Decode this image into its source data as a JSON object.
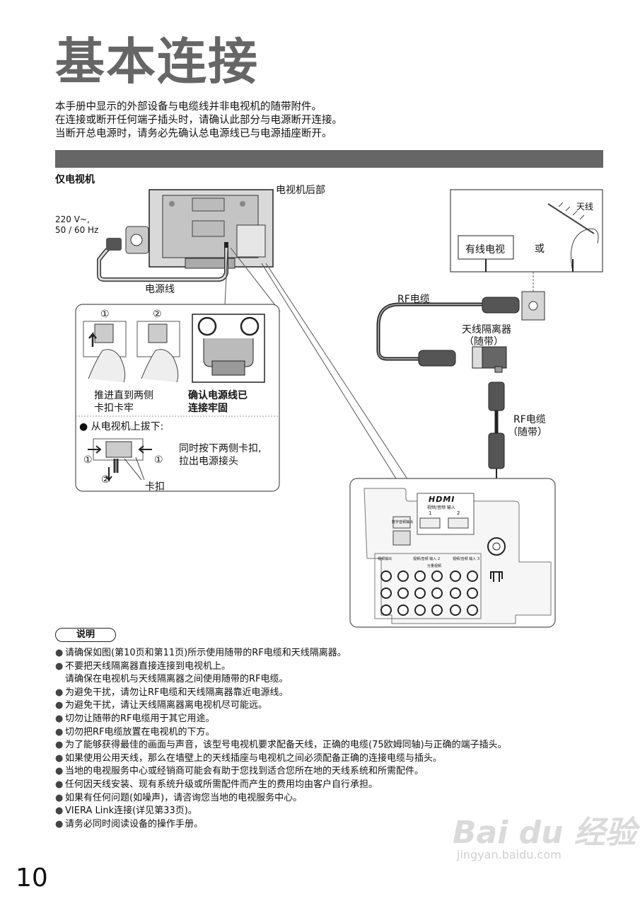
{
  "page": {
    "title": "基本连接",
    "intro_lines": [
      "本手册中显示的外部设备与电缆线并非电视机的随带附件。",
      "在连接或断开任何端子插头时，请确认此部分与电源断开连接。",
      "当断开总电源时，请务必先确认总电源线已与电源插座断开。"
    ],
    "page_number": "10"
  },
  "diagram": {
    "section_label": "仅电视机",
    "tv_rear_label": "电视机后部",
    "voltage_line1": "220 V~,",
    "voltage_line2": "50 / 60 Hz",
    "power_cord_label": "电源线",
    "step1_num": "①",
    "step2_num": "②",
    "push_line1": "推进直到两侧",
    "push_line2": "卡扣卡牢",
    "confirm_line1": "确认电源线已",
    "confirm_line2": "连接牢固",
    "unplug_title": "● 从电视机上拔下:",
    "unplug_line1": "同时按下两侧卡扣,",
    "unplug_line2": "拉出电源接头",
    "clip_label": "卡扣",
    "antenna_label": "天线",
    "cable_tv_label": "有线电视",
    "or_label": "或",
    "rf_cable_label": "RF电缆",
    "isolator_line1": "天线隔离器",
    "isolator_line2": "（随带）",
    "rf_cable2_line1": "RF电缆",
    "rf_cable2_line2": "（随带）",
    "hdmi_logo": "HDMI",
    "hdmi_sub": "视频/音频 输入",
    "hdmi_port1": "1",
    "hdmi_port2": "2",
    "digital_audio_label": "数字音频输出",
    "video_out_label": "视频输出",
    "av_in2_label": "视频/音频 输入 2",
    "av_in3_label": "视频/音频 输入 3",
    "component_label": "分量视频"
  },
  "notes": {
    "heading": "说明",
    "items": [
      {
        "bullet": "●",
        "text": "请确保如图(第10页和第11页)所示使用随带的RF电缆和天线隔离器。"
      },
      {
        "bullet": "●",
        "text": "不要把天线隔离器直接连接到电视机上。"
      },
      {
        "bullet": "",
        "text": "请确保在电视机与天线隔离器之间使用随带的RF电缆。"
      },
      {
        "bullet": "●",
        "text": "为避免干扰，请勿让RF电缆和天线隔离器靠近电源线。"
      },
      {
        "bullet": "●",
        "text": "为避免干扰，请让天线隔离器离电视机尽可能远。"
      },
      {
        "bullet": "●",
        "text": "切勿让随带的RF电缆用于其它用途。"
      },
      {
        "bullet": "●",
        "text": "切勿把RF电缆放置在电视机的下方。"
      },
      {
        "bullet": "●",
        "text": "为了能够获得最佳的画面与声音，该型号电视机要求配备天线，正确的电缆(75欧姆同轴)与正确的端子插头。"
      },
      {
        "bullet": "●",
        "text": "如果使用公用天线，那么在墙壁上的天线插座与电视机之间必须配备正确的连接电缆与插头。"
      },
      {
        "bullet": "●",
        "text": "当地的电视服务中心或经销商可能会有助于您找到适合您所在地的天线系统和所需配件。"
      },
      {
        "bullet": "●",
        "text": "任何因天线安装、现有系统升级或所需配件而产生的费用均由客户自行承担。"
      },
      {
        "bullet": "●",
        "text": "如果有任何问题(如噪声)，请咨询您当地的电视服务中心。"
      },
      {
        "bullet": "●",
        "text": "VIERA Link连接(详见第33页)。"
      },
      {
        "bullet": "●",
        "text": "请务必同时阅读设备的操作手册。"
      }
    ]
  },
  "watermark": {
    "brand": "Bai du 经验",
    "url": "jingyan.baidu.com"
  }
}
